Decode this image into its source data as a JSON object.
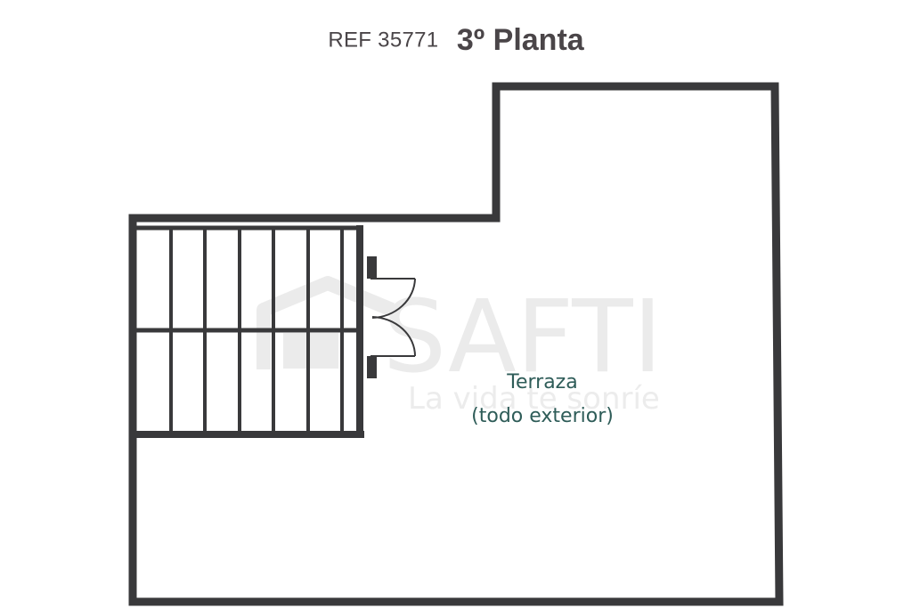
{
  "header": {
    "ref": "REF 35771",
    "title": "3º Planta"
  },
  "rooms": [
    {
      "name": "Terraza",
      "note": "(todo exterior)"
    }
  ],
  "watermark": {
    "brand": "SAFTI",
    "tagline": "La vida te sonríe"
  },
  "colors": {
    "walls": "#39393b",
    "title": "#4a4548",
    "room_label": "#2e5c58",
    "watermark": "#e9e9e9"
  },
  "icons": [
    "house-logo-icon",
    "staircase-icon",
    "double-door-icon"
  ]
}
